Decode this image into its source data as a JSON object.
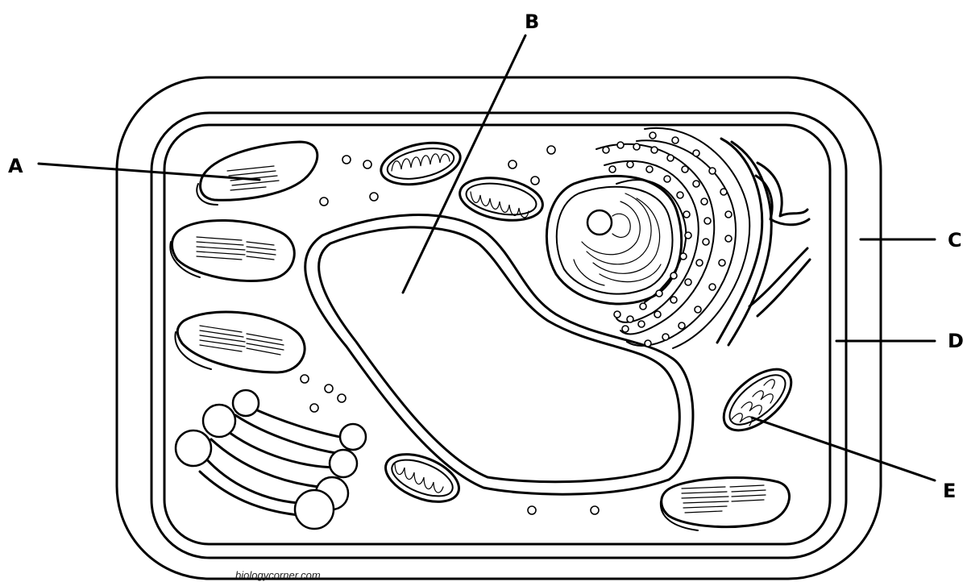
{
  "labels": {
    "a": "A",
    "b": "B",
    "c": "C",
    "d": "D",
    "e": "E"
  },
  "credit": "biologycorner.com"
}
